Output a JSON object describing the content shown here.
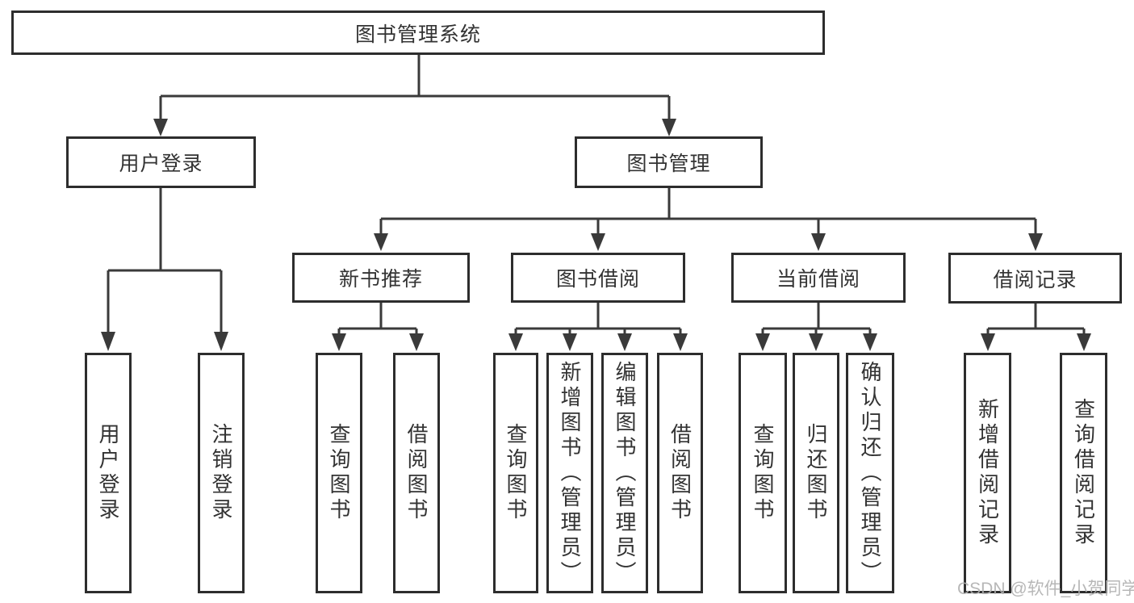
{
  "nodes": [
    {
      "id": "root",
      "label": "图书管理系统"
    },
    {
      "id": "user-login",
      "label": "用户登录"
    },
    {
      "id": "book-management",
      "label": "图书管理"
    },
    {
      "id": "new-book-recommend",
      "label": "新书推荐"
    },
    {
      "id": "book-borrow",
      "label": "图书借阅"
    },
    {
      "id": "current-borrow",
      "label": "当前借阅"
    },
    {
      "id": "borrow-records",
      "label": "借阅记录"
    },
    {
      "id": "leaf-user-login",
      "label": "用户登录"
    },
    {
      "id": "leaf-logout",
      "label": "注销登录"
    },
    {
      "id": "leaf-query-books-1",
      "label": "查询图书"
    },
    {
      "id": "leaf-borrow-books-1",
      "label": "借阅图书"
    },
    {
      "id": "leaf-query-books-2",
      "label": "查询图书"
    },
    {
      "id": "leaf-add-book-admin",
      "label": "新增图书（管理员）"
    },
    {
      "id": "leaf-edit-book-admin",
      "label": "编辑图书（管理员）"
    },
    {
      "id": "leaf-borrow-books-2",
      "label": "借阅图书"
    },
    {
      "id": "leaf-query-books-3",
      "label": "查询图书"
    },
    {
      "id": "leaf-return-book",
      "label": "归还图书"
    },
    {
      "id": "leaf-confirm-return-admin",
      "label": "确认归还（管理员）"
    },
    {
      "id": "leaf-add-borrow-record",
      "label": "新增借阅记录"
    },
    {
      "id": "leaf-query-borrow-record",
      "label": "查询借阅记录"
    }
  ],
  "watermark": "CSDN @软件_小贺同学",
  "colors": {
    "line": "#3a3a3a",
    "border": "#2d2d2d",
    "text": "#333333",
    "watermark": "#b0b0b0",
    "background": "#ffffff"
  }
}
